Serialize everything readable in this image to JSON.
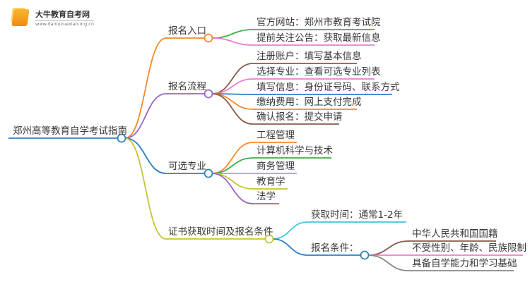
{
  "logo": {
    "title": "大牛教育自考网",
    "url": "www.daniuzuexiao.org.cn"
  },
  "root": {
    "label": "郑州高等教育自学考试指南",
    "color": "#2f7fc1"
  },
  "branches": [
    {
      "label": "报名入口",
      "color": "#f58a2a",
      "children": [
        {
          "label": "官方网站：郑州市教育考试院",
          "color": "#3cb043"
        },
        {
          "label": "提前关注公告：获取最新信息",
          "color": "#ec7fc9"
        }
      ]
    },
    {
      "label": "报名流程",
      "color": "#9b63cc",
      "children": [
        {
          "label": "注册账户：填写基本信息",
          "color": "#8b5a4a"
        },
        {
          "label": "选择专业：查看可选专业列表",
          "color": "#ec7fc9"
        },
        {
          "label": "填写信息：身份证号码、联系方式",
          "color": "#2f7fc1"
        },
        {
          "label": "缴纳费用：网上支付完成",
          "color": "#f58a2a"
        },
        {
          "label": "确认报名：提交申请",
          "color": "#8b5a4a"
        }
      ]
    },
    {
      "label": "可选专业",
      "color": "#2f7fc1",
      "children": [
        {
          "label": "工程管理",
          "color": "#f58a2a"
        },
        {
          "label": "计算机科学与技术",
          "color": "#3cb043"
        },
        {
          "label": "商务管理",
          "color": "#ec7fc9"
        },
        {
          "label": "教育学",
          "color": "#c4c433"
        },
        {
          "label": "法学",
          "color": "#9b63cc"
        }
      ]
    },
    {
      "label": "证书获取时间及报名条件",
      "color": "#c4c433",
      "children": [
        {
          "label": "获取时间：通常1-2年",
          "color": "#3cc6dc"
        },
        {
          "label": "报名条件：",
          "color": "#2f7fc1",
          "children": [
            {
              "label": "中华人民共和国国籍",
              "color": "#8b5a4a"
            },
            {
              "label": "不受性别、年龄、民族限制",
              "color": "#ec7fc9"
            },
            {
              "label": "具备自学能力和学习基础",
              "color": "#888888"
            }
          ]
        }
      ]
    }
  ]
}
